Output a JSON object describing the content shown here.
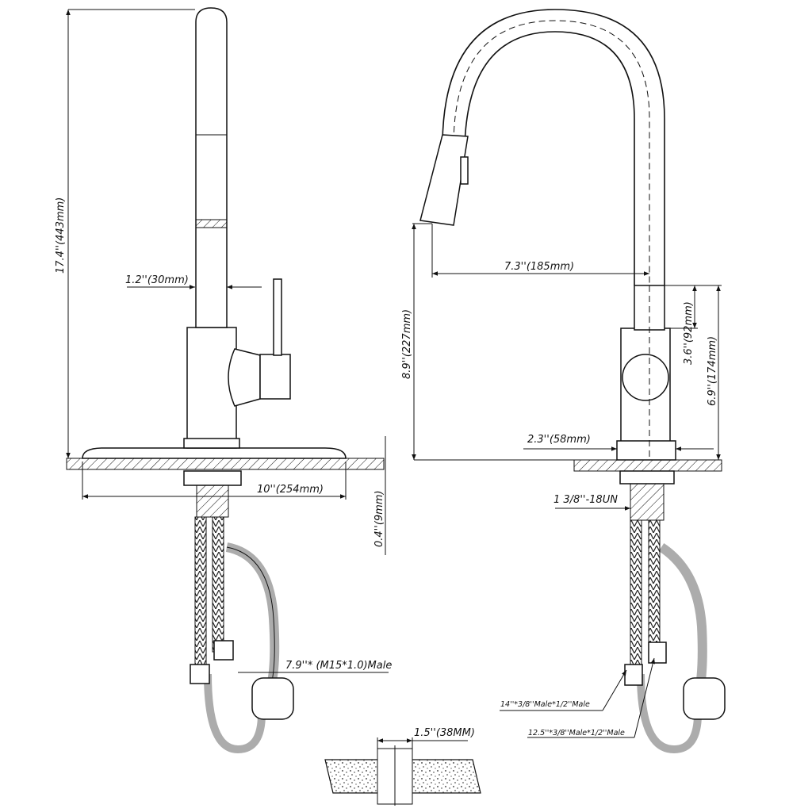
{
  "left_view": {
    "total_height": "17.4''(443mm)",
    "spout_width": "1.2''(30mm)",
    "base_diameter": "10''(254mm)",
    "deck_thickness": "0.4''(9mm)",
    "hose_spec": "7.9''* (M15*1.0)Male"
  },
  "right_view": {
    "spout_reach": "7.3''(185mm)",
    "spout_height": "8.9''(227mm)",
    "handle_height": "3.6''(92mm)",
    "body_height": "6.9''(174mm)",
    "base_width": "2.3''(58mm)",
    "thread": "1 3/8''-18UN",
    "hose_14": "14''*3/8''Male*1/2''Male",
    "hose_12": "12.5''*3/8''Male*1/2''Male"
  },
  "counter_detail": {
    "max_thickness": "1.5''(38MM)"
  }
}
